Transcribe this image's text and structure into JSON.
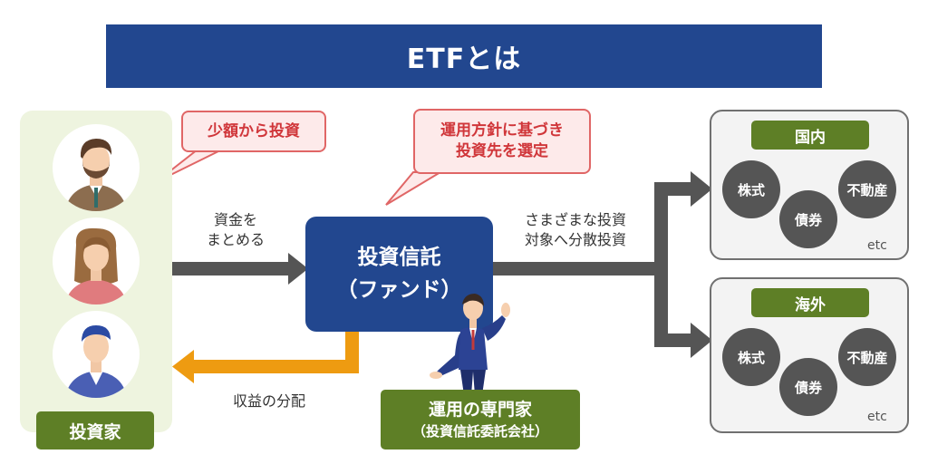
{
  "title": "ETFとは",
  "investors": {
    "label": "投資家",
    "callout": "少額から投資"
  },
  "flows": {
    "collect": [
      "資金を",
      "まとめる"
    ],
    "distribute": "収益の分配",
    "invest": [
      "さまざまな投資",
      "対象へ分散投資"
    ]
  },
  "fund": {
    "lines": [
      "投資信託",
      "（ファンド）"
    ],
    "callout": [
      "運用方針に基づき",
      "投資先を選定"
    ]
  },
  "manager": {
    "title": "運用の専門家",
    "subtitle": "（投資信託委託会社）"
  },
  "markets": [
    {
      "name": "国内",
      "assets": [
        "株式",
        "不動産",
        "債券"
      ],
      "etc": "etc"
    },
    {
      "name": "海外",
      "assets": [
        "株式",
        "不動産",
        "債券"
      ],
      "etc": "etc"
    }
  ],
  "colors": {
    "navy": "#22478f",
    "green": "#5e7f26",
    "gray_arrow": "#555555",
    "orange_arrow": "#ee9b11",
    "callout_red": "#d0363a"
  }
}
